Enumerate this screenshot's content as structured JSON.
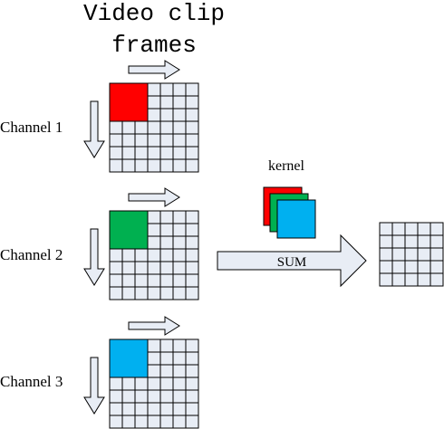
{
  "title_line1": "Video clip",
  "title_line2": "frames",
  "kernel_label": "kernel",
  "sum_label": "SUM",
  "channels": [
    {
      "label": "Channel 1",
      "kernel_color": "#ff0000"
    },
    {
      "label": "Channel 2",
      "kernel_color": "#00b050"
    },
    {
      "label": "Channel 3",
      "kernel_color": "#00b0f0"
    }
  ],
  "kernel_stack_colors": [
    "#ff0000",
    "#00b050",
    "#00b0f0"
  ],
  "grid_size": 7,
  "output_grid_size": 5,
  "cell_fill": "#e8edf5",
  "arrow_fill": "#e8edf5"
}
